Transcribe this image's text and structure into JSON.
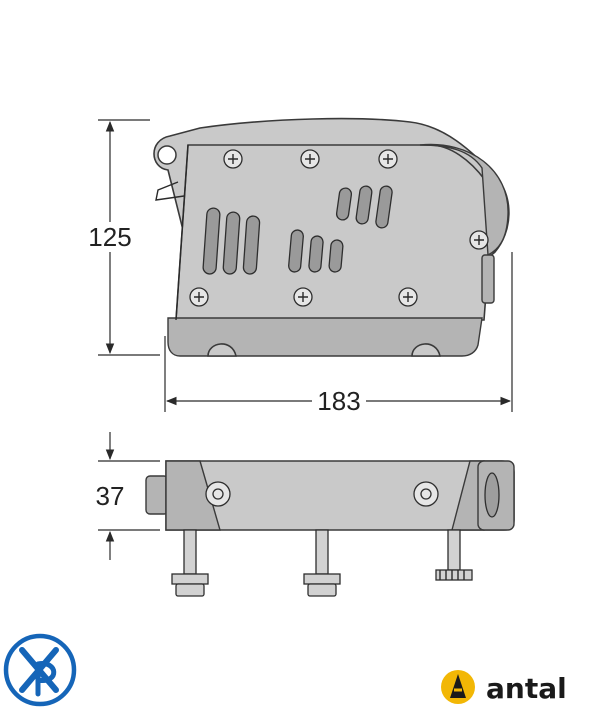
{
  "dimensions": {
    "height": "125",
    "width": "183",
    "depth": "37"
  },
  "logos": {
    "left": {
      "icon": "xp-logo-icon",
      "color": "#1565b8"
    },
    "right": {
      "icon": "antal-logo-icon",
      "text": "antal",
      "color": "#f2b705"
    }
  }
}
